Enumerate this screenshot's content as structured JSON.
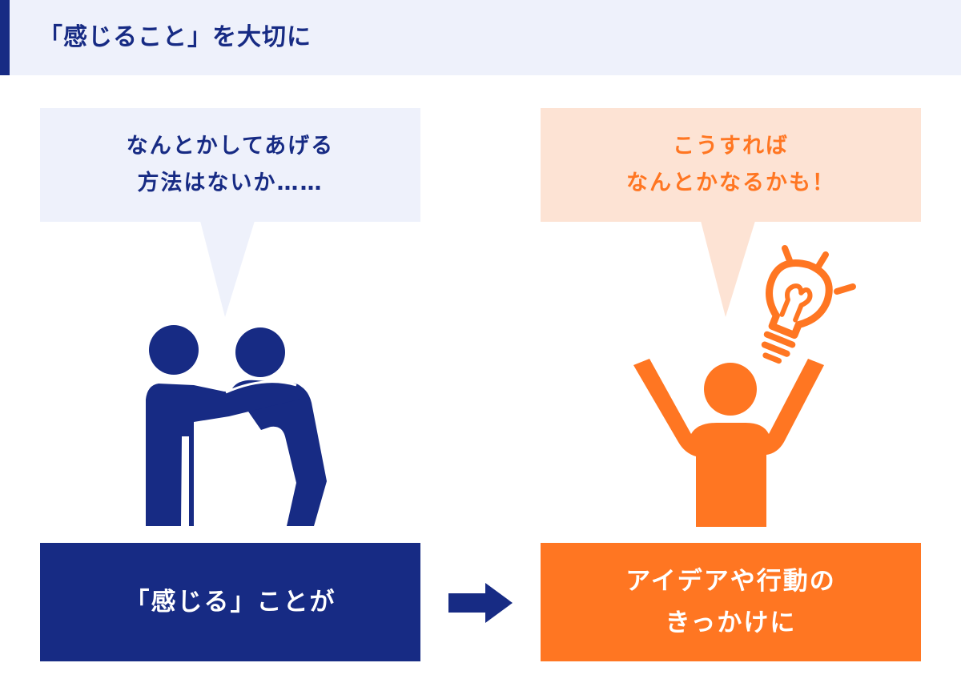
{
  "header": {
    "title": "「感じること」を大切に"
  },
  "left": {
    "bubble_lines": [
      "なんとかしてあげる",
      "方法はないか……"
    ],
    "box_lines": [
      "「感じる」ことが"
    ]
  },
  "right": {
    "bubble_lines": [
      "こうすれば",
      "なんとかなるかも！"
    ],
    "box_lines": [
      "アイデアや行動の",
      "きっかけに"
    ]
  },
  "colors": {
    "navy": "#172b84",
    "orange": "#ff7622",
    "light_blue": "#eef1fb",
    "light_orange": "#fde3d4"
  },
  "icons": {
    "left_figure": "two-people-comforting-icon",
    "right_figure": "person-arms-raised-icon",
    "idea": "light-bulb-icon",
    "arrow": "right-arrow-icon"
  }
}
